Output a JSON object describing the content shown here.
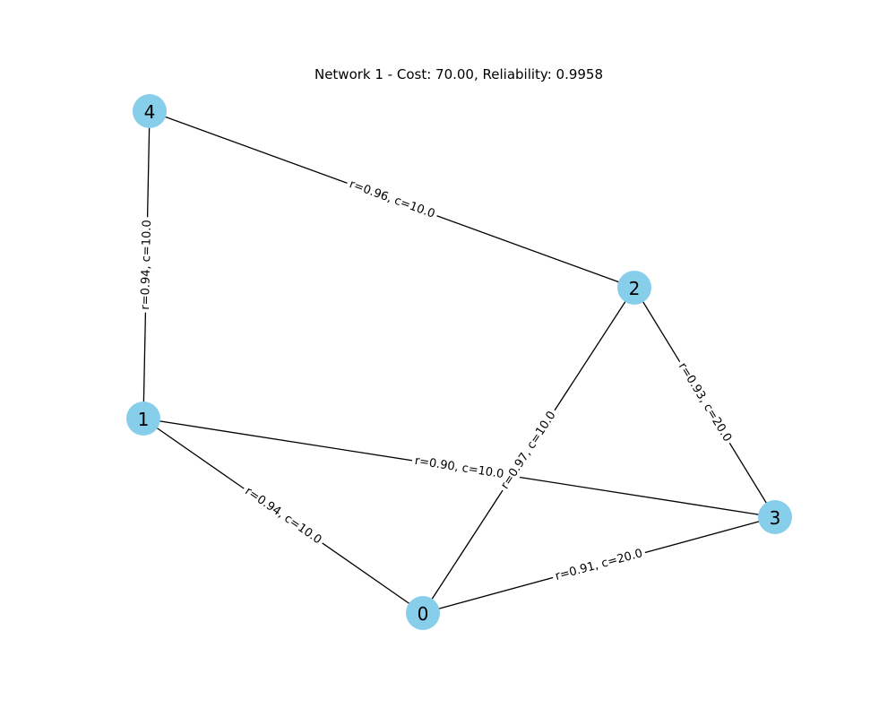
{
  "title": "Network 1 - Cost: 70.00, Reliability: 0.9958",
  "colors": {
    "node_fill": "#87ceeb",
    "edge": "#000000",
    "label_background": "#ffffff"
  },
  "nodes": [
    {
      "id": "0",
      "label": "0"
    },
    {
      "id": "1",
      "label": "1"
    },
    {
      "id": "2",
      "label": "2"
    },
    {
      "id": "3",
      "label": "3"
    },
    {
      "id": "4",
      "label": "4"
    }
  ],
  "edges": [
    {
      "source": "4",
      "target": "2",
      "label": "r=0.96, c=10.0"
    },
    {
      "source": "4",
      "target": "1",
      "label": "r=0.94, c=10.0"
    },
    {
      "source": "2",
      "target": "3",
      "label": "r=0.93, c=20.0"
    },
    {
      "source": "2",
      "target": "0",
      "label": "r=0.97, c=10.0"
    },
    {
      "source": "1",
      "target": "3",
      "label": "r=0.90, c=10.0"
    },
    {
      "source": "1",
      "target": "0",
      "label": "r=0.94, c=10.0"
    },
    {
      "source": "0",
      "target": "3",
      "label": "r=0.91, c=20.0"
    }
  ]
}
